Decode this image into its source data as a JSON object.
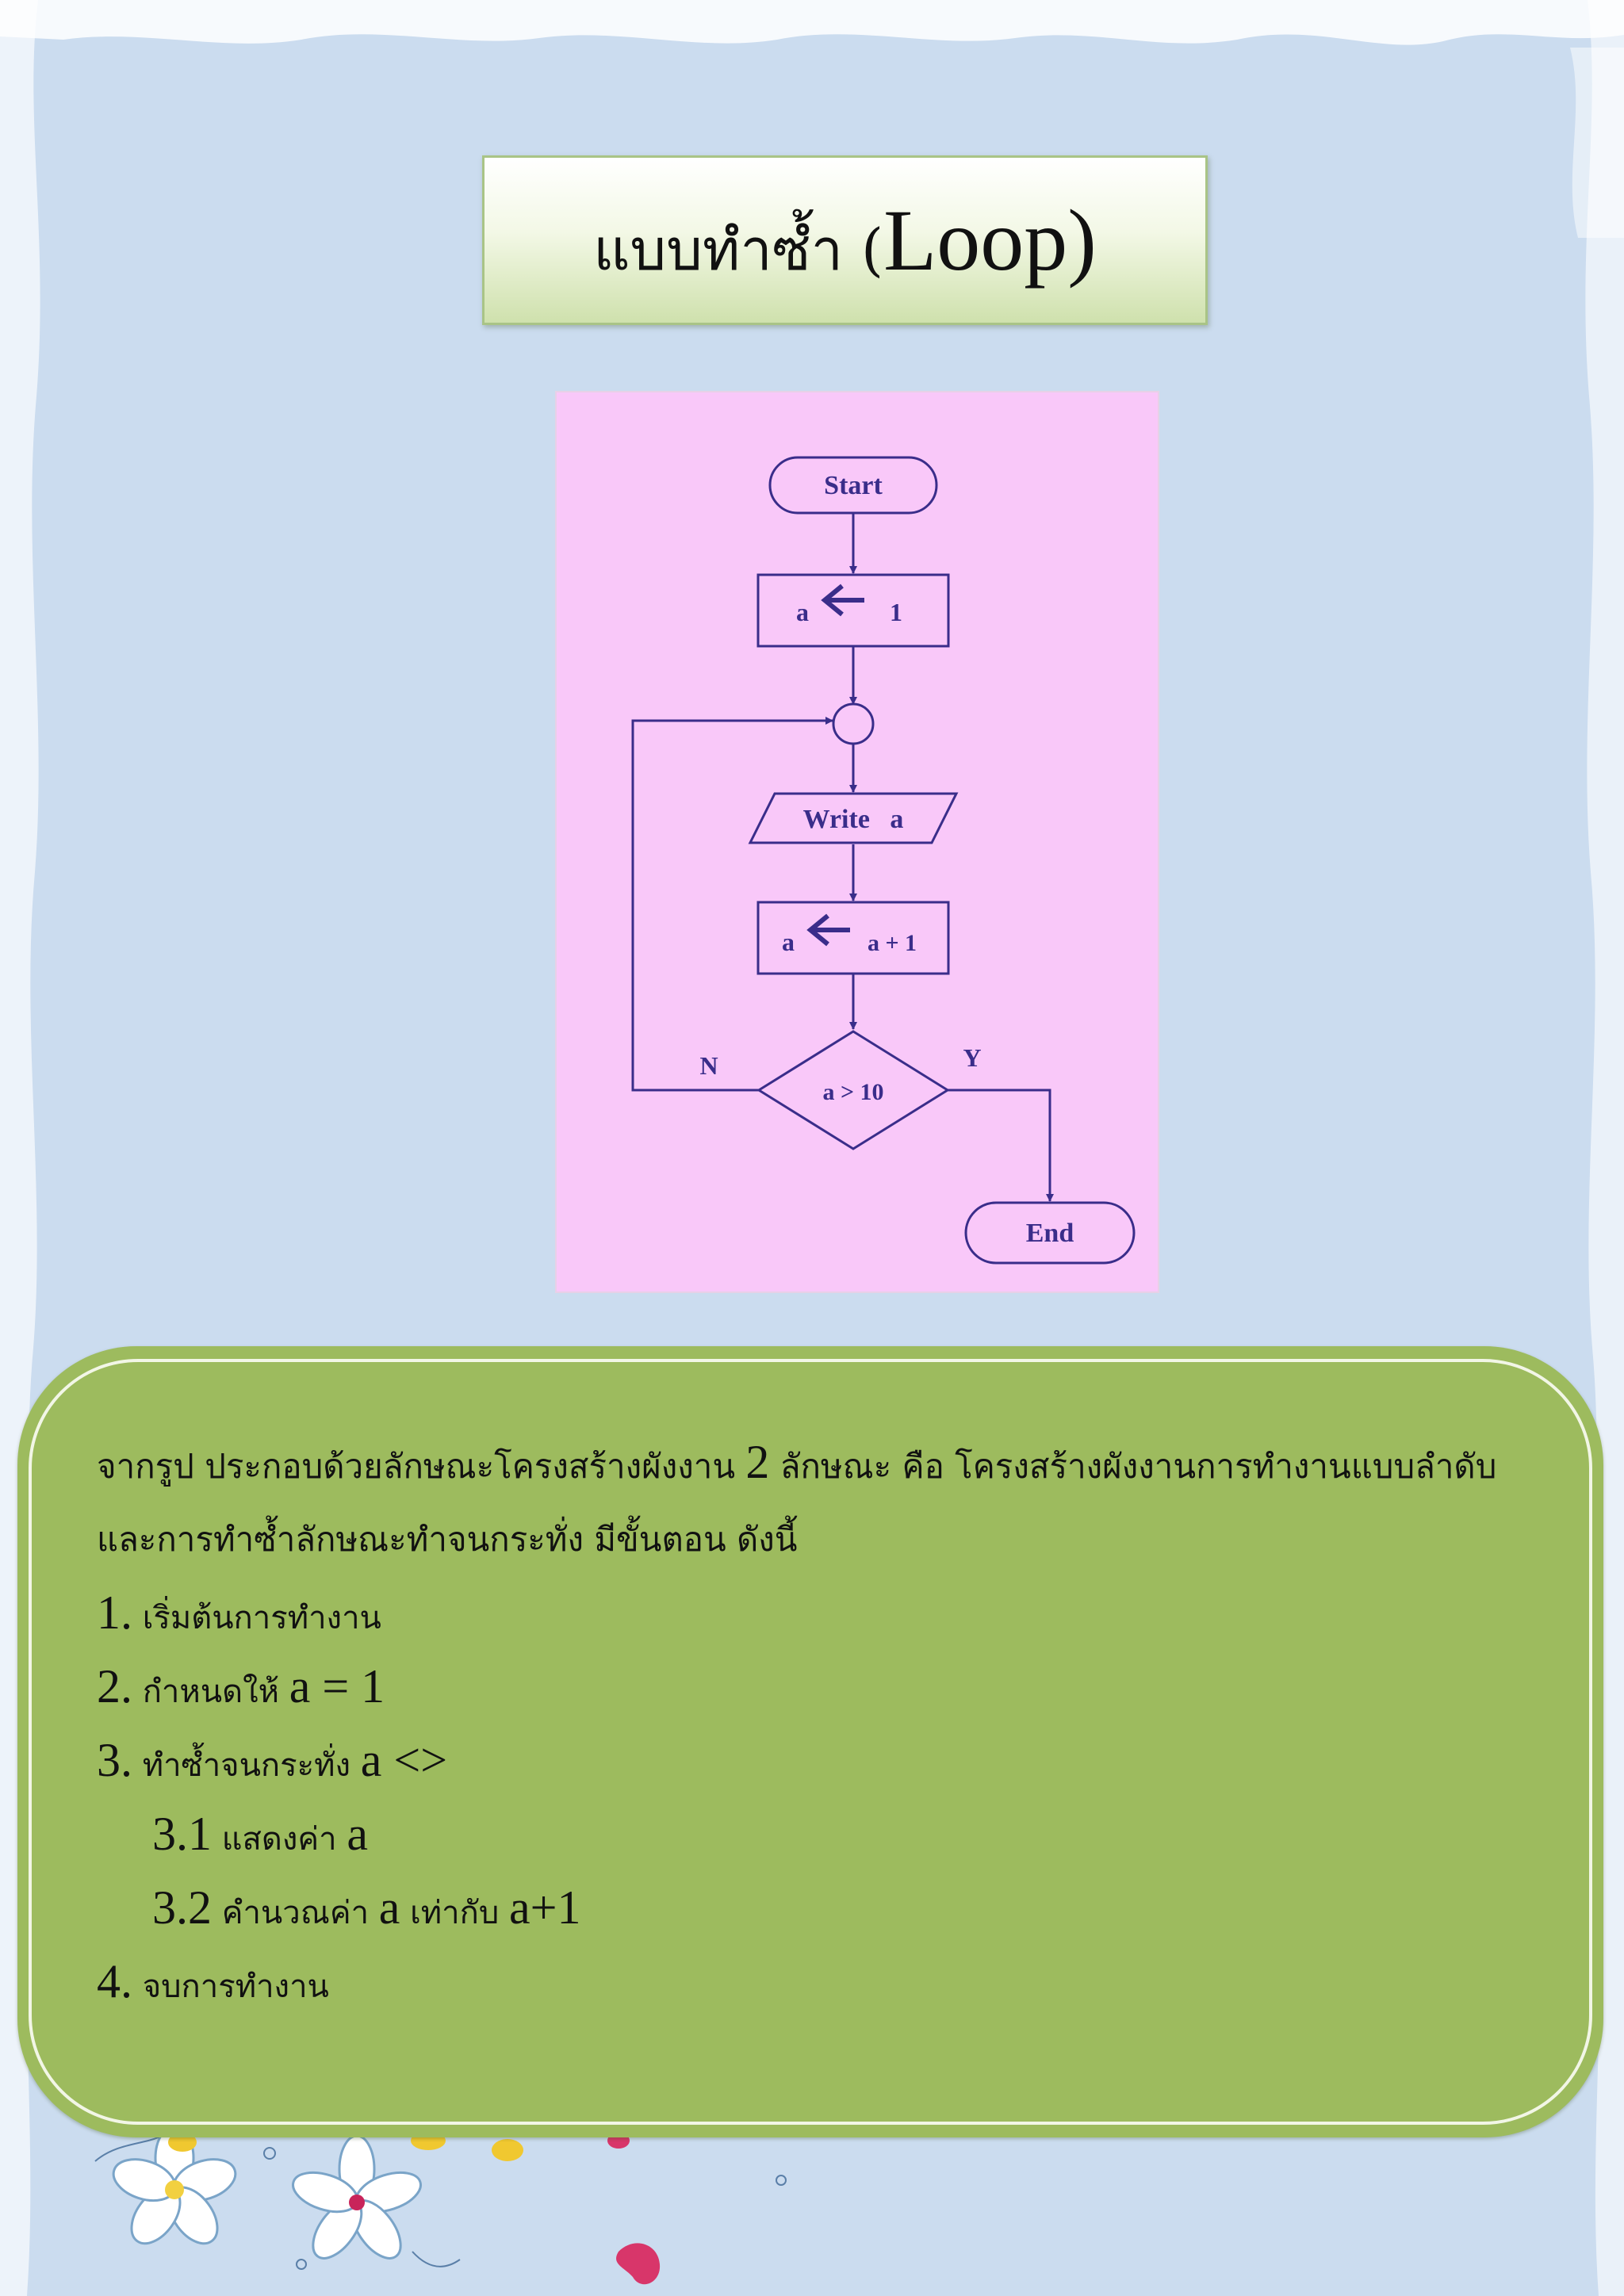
{
  "title": {
    "thai": "แบบทำซ้ำ (",
    "latin": "Loop)"
  },
  "flowchart": {
    "start_label": "Start",
    "assign_a": "a",
    "assign_value": "1",
    "write_label": "Write   a",
    "increment_a": "a",
    "increment_expr": "a + 1",
    "decision_label": "a > 10",
    "no_label": "N",
    "yes_label": "Y",
    "end_label": "End"
  },
  "description": {
    "intro_part1": "จากรูป ประกอบด้วยลักษณะโครงสร้างผังงาน ",
    "intro_count": "2",
    "intro_part2": " ลักษณะ คือ โครงสร้างผังงานการทำงานแบบลำดับ และการทำซ้ำลักษณะทำจนกระทั่ง มีขั้นตอน ดังนี้",
    "steps": [
      {
        "num": "1.",
        "text_a": " เริ่มต้นการทำงาน",
        "text_b": "",
        "text_c": "",
        "text_d": ""
      },
      {
        "num": "2.",
        "text_a": " กำหนดให้ ",
        "text_b": "a = 1",
        "text_c": "",
        "text_d": ""
      },
      {
        "num": "3.",
        "text_a": " ทำซ้ำจนกระทั่ง ",
        "text_b": "a <>",
        "text_c": "",
        "text_d": ""
      },
      {
        "num": "3.1",
        "text_a": " แสดงค่า ",
        "text_b": "a",
        "text_c": "",
        "text_d": ""
      },
      {
        "num": "3.2",
        "text_a": " คำนวณค่า ",
        "text_b": "a",
        "text_c": " เท่ากับ ",
        "text_d": "a+1"
      },
      {
        "num": "4.",
        "text_a": " จบการทำงาน",
        "text_b": "",
        "text_c": "",
        "text_d": ""
      }
    ]
  },
  "colors": {
    "background": "#cbdcef",
    "flowchart_background": "#f9c8f9",
    "flowchart_stroke": "#3a2d8a",
    "panel_green": "#9dbb5e",
    "title_gradient_bottom": "#cfe1ad"
  }
}
